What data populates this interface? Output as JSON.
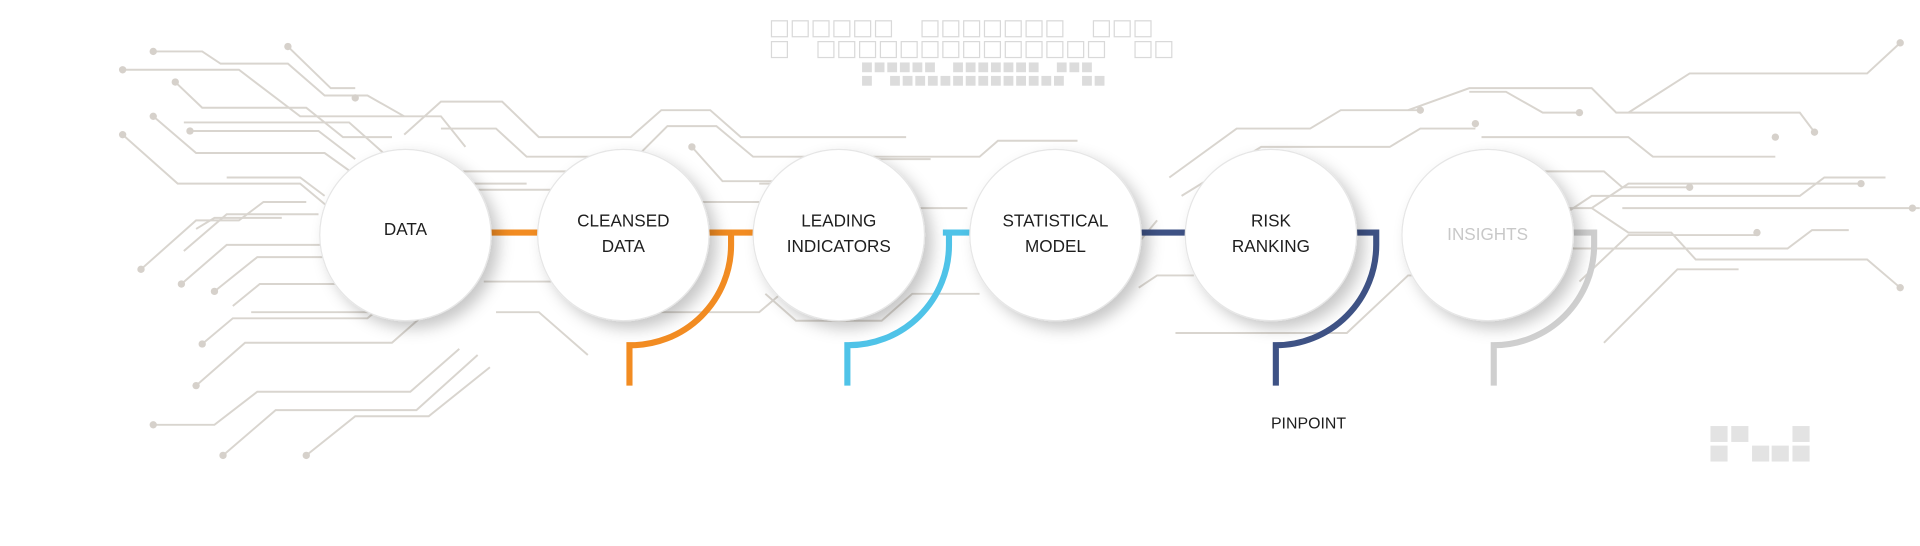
{
  "stages": [
    {
      "line1": "DATA",
      "line2": ""
    },
    {
      "line1": "CLEANSED",
      "line2": "DATA"
    },
    {
      "line1": "LEADING",
      "line2": "INDICATORS"
    },
    {
      "line1": "STATISTICAL",
      "line2": "MODEL"
    },
    {
      "line1": "RISK",
      "line2": "RANKING"
    },
    {
      "line1": "INSIGHTS",
      "line2": ""
    }
  ],
  "annotation": "PINPOINT",
  "colors": {
    "orange": "#f28c22",
    "cyan": "#4fc3e8",
    "navy": "#3e5285",
    "gray": "#cfcfcf",
    "circuit": "#d9d5cf"
  }
}
